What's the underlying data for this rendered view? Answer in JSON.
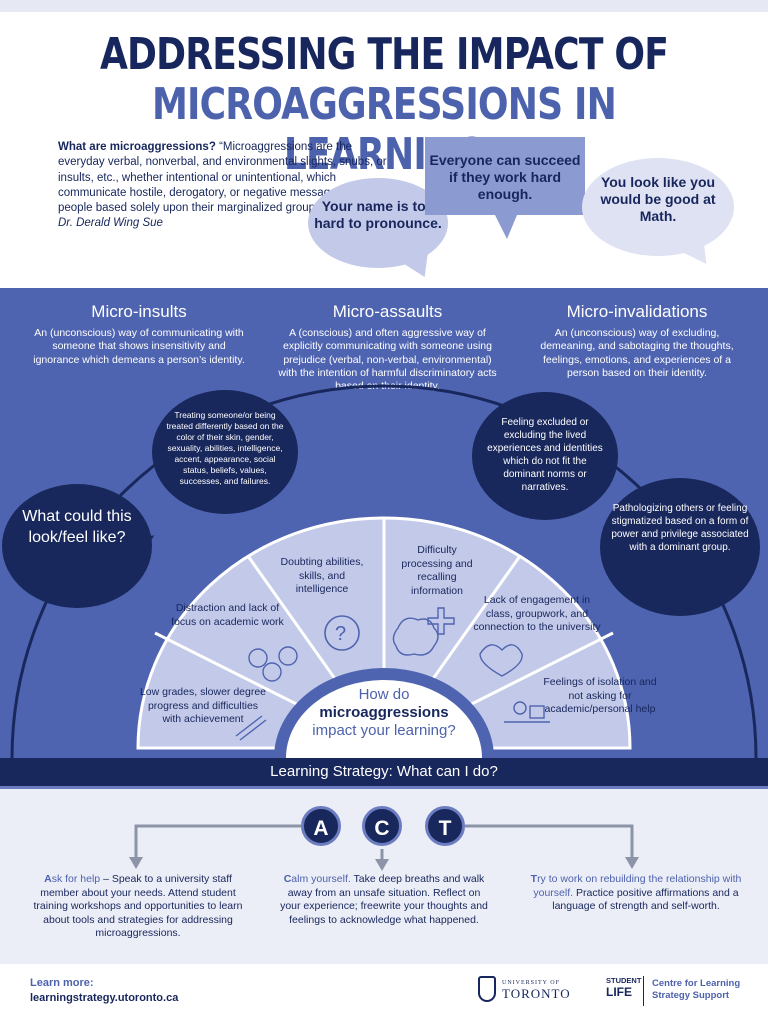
{
  "title": {
    "line1": "ADDRESSING THE IMPACT OF",
    "line2": "MICROAGGRESSIONS IN LEARNING"
  },
  "intro": {
    "question": "What are microaggressions?",
    "definition": "“Microaggressions are the everyday verbal, nonverbal, and environmental slights, snubs, or insults, etc., whether intentional or unintentional, which communicate hostile, derogatory, or negative messages to target people based solely upon their marginalized group membership.”",
    "author": "Dr. Derald Wing Sue"
  },
  "bubbles": {
    "name": "Your name is too hard to pronounce.",
    "succeed": "Everyone can succeed if they work hard enough.",
    "math": "You look like you would be good at Math."
  },
  "types": [
    {
      "title": "Micro-insults",
      "desc": "An (unconscious) way of communicating with someone that shows insensitivity and ignorance which demeans a person’s identity."
    },
    {
      "title": "Micro-assaults",
      "desc": "A (conscious) and often aggressive way of explicitly communicating with someone using prejudice (verbal, non-verbal, environmental) with the intention of harmful discriminatory acts based on their identity."
    },
    {
      "title": "Micro-invalidations",
      "desc": "An (unconscious) way of excluding, demeaning, and sabotaging the thoughts, feelings, emotions, and experiences of a person based on their identity."
    }
  ],
  "examples": {
    "question": "What could this look/feel like?",
    "treating": "Treating someone/or being treated differently based on the color of their skin, gender, sexuality, abilities, intelligence, accent, appearance, social status, beliefs, values, successes, and failures.",
    "excluded": "Feeling excluded or excluding the lived experiences and identities which do not fit the dominant norms or narratives.",
    "pathologizing": "Pathologizing others or feeling stigmatized based on a form of power and privilege associated with a dominant group."
  },
  "impacts": [
    "Low grades, slower degree progress and difficulties with achievement",
    "Distraction and lack of focus on academic work",
    "Doubting abilities, skills, and intelligence",
    "Difficulty processing and recalling information",
    "Lack of engagement in class, groupwork, and connection to the university",
    "Feelings of isolation and not asking for academic/personal help"
  ],
  "center": {
    "pre": "How do",
    "em": "microaggressions",
    "post": "impact your learning?"
  },
  "strategy_bar": "Learning Strategy: What can I do?",
  "act": {
    "letters": [
      "A",
      "C",
      "T"
    ],
    "items": [
      {
        "first": "A",
        "head": "sk for help",
        "body": " – Speak to a university staff member about your needs. Attend student training workshops and opportunities to learn about tools and strategies for addressing microaggressions."
      },
      {
        "first": "C",
        "head": "alm yourself.",
        "body": " Take deep breaths and walk away from an unsafe situation. Reflect on your experience; freewrite your thoughts and feelings to acknowledge what happened."
      },
      {
        "first": "T",
        "head": "ry to work on rebuilding the relationship with yourself.",
        "body": " Practice positive affirmations and a language of strength and self-worth."
      }
    ]
  },
  "footer": {
    "learn_label": "Learn more:",
    "learn_url": "learningstrategy.utoronto.ca",
    "uoft_small": "UNIVERSITY OF",
    "uoft_big": "TORONTO",
    "sl_top": "STUDENT",
    "sl_bottom": "LIFE",
    "centre": "Centre for Learning Strategy Support"
  },
  "colors": {
    "navy": "#18275c",
    "mid_blue": "#4f64b0",
    "light_blue": "#c3c9e8",
    "pale": "#eceef7"
  },
  "icons": [
    "question-head-icon",
    "faces-icon",
    "brain-icon",
    "heart-icon",
    "pencil-icon",
    "desk-person-icon"
  ]
}
